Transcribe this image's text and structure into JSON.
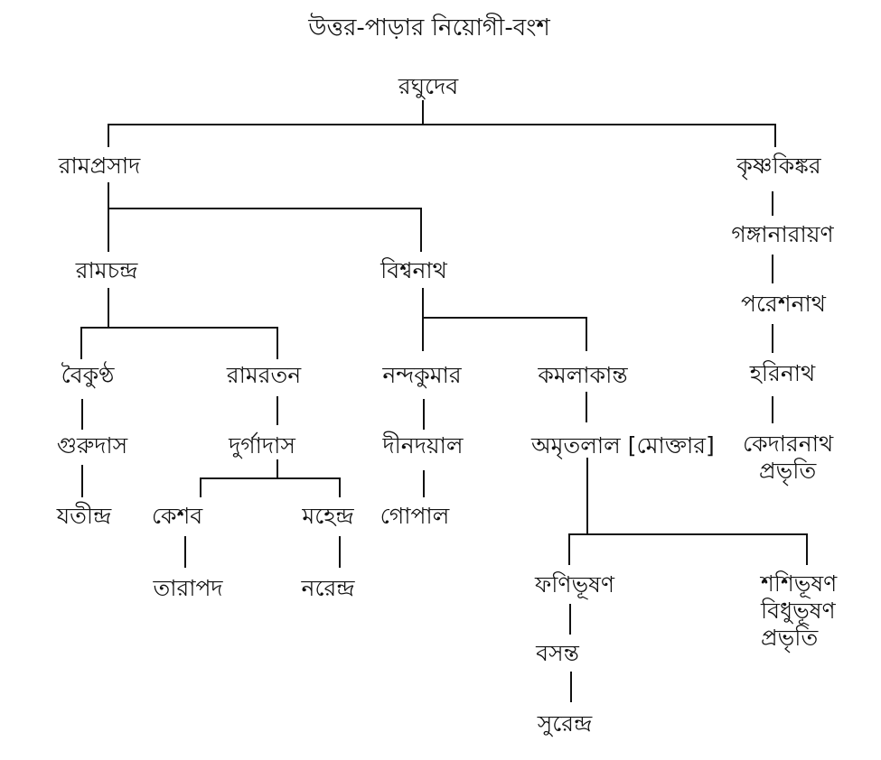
{
  "title": "উত্তর-পাড়ার নিয়োগী-বংশ",
  "nodes": {
    "raghudeb": "রঘুদেব",
    "ramprasad": "রামপ্রসাদ",
    "krishnakinkar": "কৃষ্ণকিঙ্কর",
    "ramchandra": "রামচন্দ্র",
    "bishwanath": "বিশ্বনাথ",
    "gangarayan": "গঙ্গানারায়ণ",
    "pareshnath": "পরেশনাথ",
    "harinath": "হরিনাথ",
    "kedarnath": "কেদারনাথ",
    "kedarnath_note": "প্রভৃতি",
    "baikuntha": "বৈকুণ্ঠ",
    "ramratan": "রামরতন",
    "nandakumar": "নন্দকুমার",
    "kamalakanta": "কমলাকান্ত",
    "gurudas": "গুরুদাস",
    "durgadas": "দুর্গাদাস",
    "dinadayal": "দীনদয়াল",
    "amritalal": "অমৃতলাল [মোক্তার]",
    "jatindra": "যতীন্দ্র",
    "keshab": "কেশব",
    "mahendra": "মহেন্দ্র",
    "gopal": "গোপাল",
    "tarapada": "তারাপদ",
    "narendra": "নরেন্দ্র",
    "phanibhushan": "ফণিভূষণ",
    "shashibhushan": "শশিভূষণ",
    "bidhubhushan": "বিধুভূষণ",
    "shashi_note": "প্রভৃতি",
    "basanta": "বসন্ত",
    "surendra": "সুরেন্দ্র"
  },
  "colors": {
    "ink": "#111111",
    "paper": "#ffffff"
  }
}
